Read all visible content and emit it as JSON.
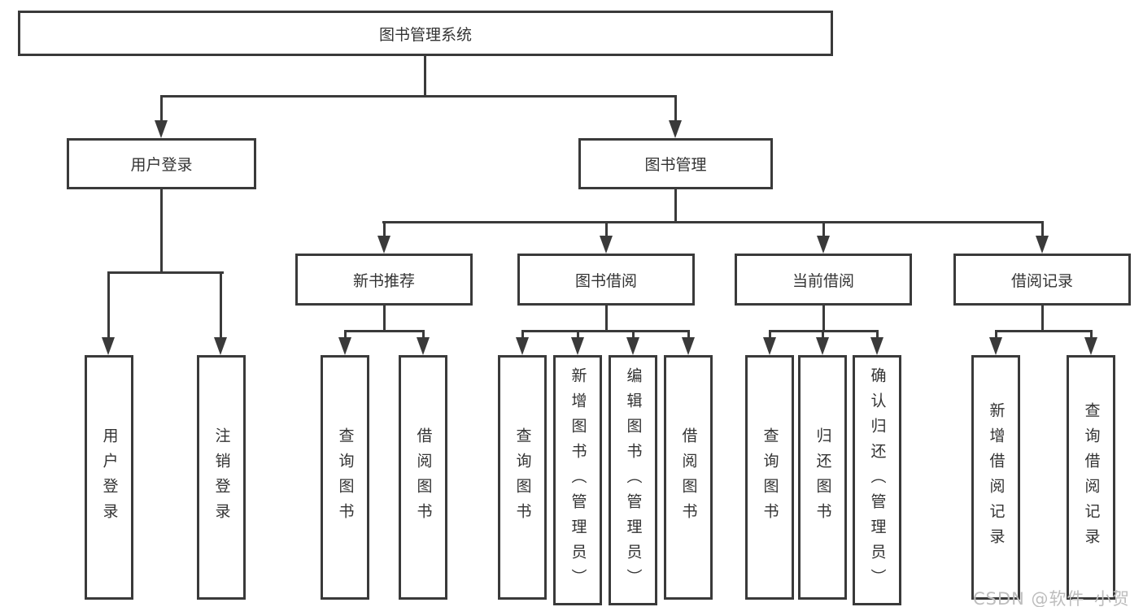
{
  "tree": {
    "label": "图书管理系统",
    "children": [
      {
        "label": "用户登录",
        "children": [
          {
            "label": "用户登录"
          },
          {
            "label": "注销登录"
          }
        ]
      },
      {
        "label": "图书管理",
        "children": [
          {
            "label": "新书推荐",
            "children": [
              {
                "label": "查询图书"
              },
              {
                "label": "借阅图书"
              }
            ]
          },
          {
            "label": "图书借阅",
            "children": [
              {
                "label": "查询图书"
              },
              {
                "label": "新增图书（管理员）"
              },
              {
                "label": "编辑图书（管理员）"
              },
              {
                "label": "借阅图书"
              }
            ]
          },
          {
            "label": "当前借阅",
            "children": [
              {
                "label": "查询图书"
              },
              {
                "label": "归还图书"
              },
              {
                "label": "确认归还（管理员）"
              }
            ]
          },
          {
            "label": "借阅记录",
            "children": [
              {
                "label": "新增借阅记录"
              },
              {
                "label": "查询借阅记录"
              }
            ]
          }
        ]
      }
    ]
  },
  "watermark": {
    "text": "CSDN @软件_小贺同学"
  },
  "colors": {
    "line": "#3a3a3a",
    "text": "#333333",
    "watermark": "#bdbdbd",
    "background": "#ffffff"
  }
}
